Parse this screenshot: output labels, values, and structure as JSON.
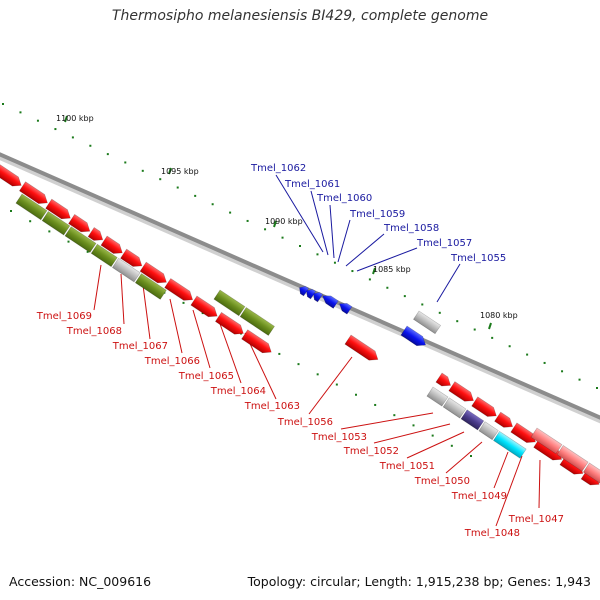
{
  "title": "Thermosipho melanesiensis BI429, complete genome",
  "footer": {
    "accession": "Accession: NC_009616",
    "summary": "Topology: circular; Length: 1,915,238 bp; Genes: 1,943"
  },
  "ticks": [
    {
      "key": "t1100",
      "label": "1100 kbp"
    },
    {
      "key": "t1095",
      "label": "1095 kbp"
    },
    {
      "key": "t1090",
      "label": "1090 kbp"
    },
    {
      "key": "t1085",
      "label": "1085 kbp"
    },
    {
      "key": "t1080",
      "label": "1080 kbp"
    }
  ],
  "labels_blue": [
    "Tmel_1062",
    "Tmel_1061",
    "Tmel_1060",
    "Tmel_1059",
    "Tmel_1058",
    "Tmel_1057",
    "Tmel_1055"
  ],
  "labels_red": [
    "Tmel_1069",
    "Tmel_1068",
    "Tmel_1067",
    "Tmel_1066",
    "Tmel_1065",
    "Tmel_1064",
    "Tmel_1063",
    "Tmel_1056",
    "Tmel_1053",
    "Tmel_1052",
    "Tmel_1051",
    "Tmel_1050",
    "Tmel_1049",
    "Tmel_1048",
    "Tmel_1047"
  ],
  "colors": {
    "backbone": "#8c8c8c",
    "forward_gene": "#ff1010",
    "reverse_gene": "#0a14ee",
    "cog_green": "#6b8e1e",
    "cog_grey": "#bdbdbd",
    "cog_purple": "#4b3c8c",
    "cog_cyan": "#00e5ff",
    "cog_pink": "#ff8080",
    "tick_green": "#1b7a1b",
    "label_blue": "#1a1aa0",
    "label_red": "#cc1111"
  }
}
